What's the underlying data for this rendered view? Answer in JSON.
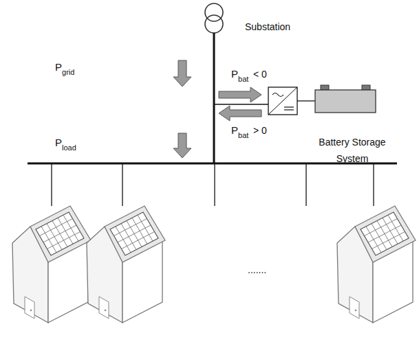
{
  "diagram": {
    "nodes": [
      {
        "text": [
          "Substation"
        ]
      },
      {
        "text": [
          "Battery Storage System"
        ]
      }
    ],
    "labels": [
      "P",
      "grid",
      "P",
      "bat",
      "< 0",
      "P",
      "bat",
      "> 0",
      "P",
      "load",
      "......."
    ]
  }
}
